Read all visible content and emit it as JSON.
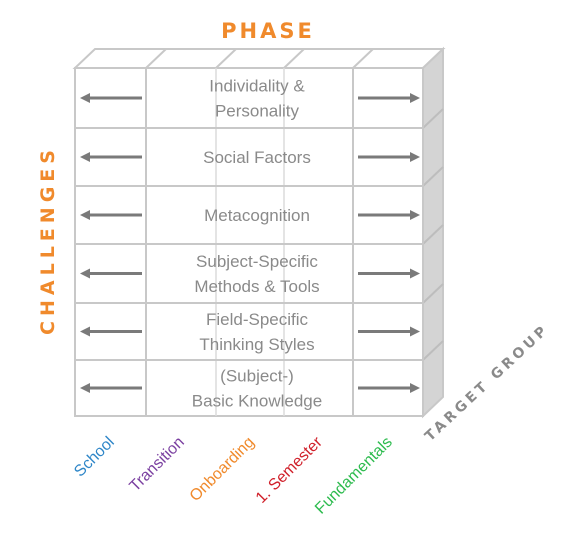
{
  "titles": {
    "top": "PHASE",
    "left": "CHALLENGES",
    "right": "TARGET GROUP"
  },
  "rows": [
    {
      "lines": [
        "Individality &",
        "Personality"
      ]
    },
    {
      "lines": [
        "Social Factors"
      ]
    },
    {
      "lines": [
        "Metacognition"
      ]
    },
    {
      "lines": [
        "Subject-Specific",
        "Methods & Tools"
      ]
    },
    {
      "lines": [
        "Field-Specific",
        "Thinking Styles"
      ]
    },
    {
      "lines": [
        "(Subject-)",
        "Basic Knowledge"
      ]
    }
  ],
  "phases": [
    {
      "label": "School",
      "color": "#2e86c8"
    },
    {
      "label": "Transition",
      "color": "#7a3fa0"
    },
    {
      "label": "Onboarding",
      "color": "#f08a2c"
    },
    {
      "label": "1. Semester",
      "color": "#d0202a"
    },
    {
      "label": "Fundamentals",
      "color": "#2dbb4e"
    }
  ],
  "colors": {
    "grid_line": "#c8c8c8",
    "side_face": "#d4d4d4",
    "arrow": "#7a7a7a",
    "accent": "#f08a2c",
    "muted_text": "#8a8a8a"
  }
}
